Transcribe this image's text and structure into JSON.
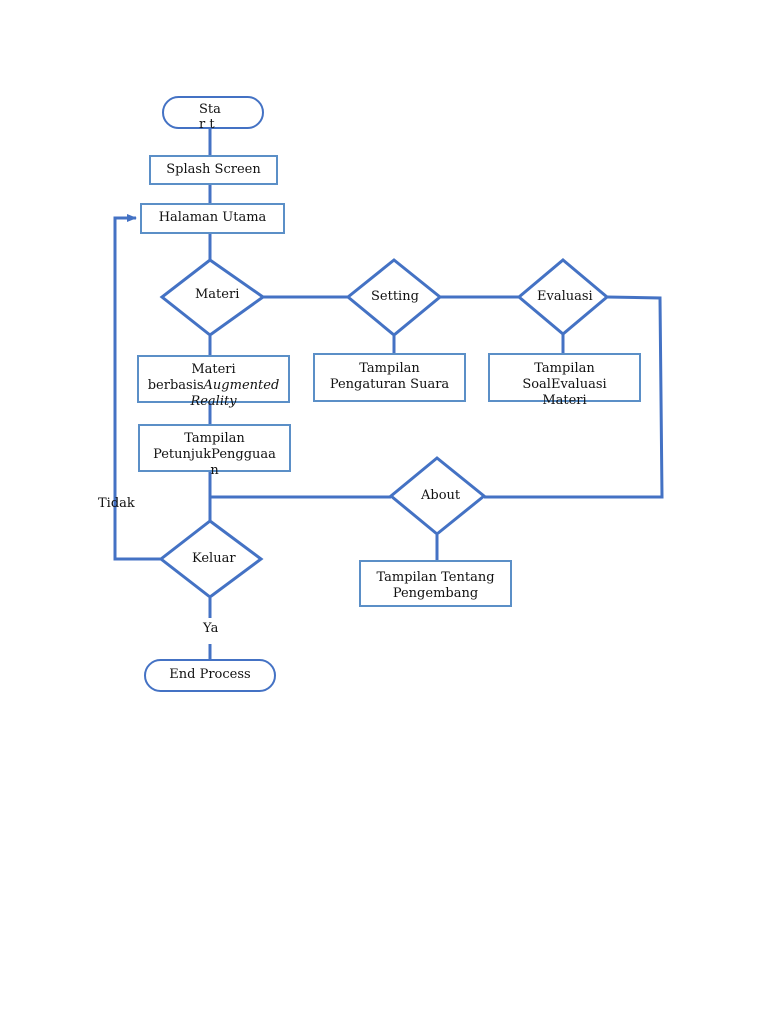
{
  "nodes": {
    "start": "Star t",
    "splash": "Splash Screen",
    "halaman": "Halaman Utama",
    "materi_dec": "Materi",
    "setting_dec": "Setting",
    "evaluasi_dec": "Evaluasi",
    "materi_ar": {
      "l1": "Materi",
      "l2a": "berbasis",
      "l2b": "Augmented",
      "l3": "Reality"
    },
    "pengaturan": {
      "l1": "Tampilan",
      "l2": "Pengaturan Suara"
    },
    "soal": {
      "l1": "Tampilan",
      "l2": "SoalEvaluasi",
      "l3": "Materi"
    },
    "petunjuk": {
      "l1": "Tampilan",
      "l2": "PetunjukPengguaa",
      "l3": "n"
    },
    "about_dec": "About",
    "tentang": {
      "l1": "Tampilan Tentang",
      "l2": "Pengembang"
    },
    "keluar_dec": "Keluar",
    "end": "End Process"
  },
  "edge_labels": {
    "tidak": "Tidak",
    "ya": "Ya"
  },
  "colors": {
    "line": "#4472c4",
    "box_border": "#5b8fc7"
  }
}
